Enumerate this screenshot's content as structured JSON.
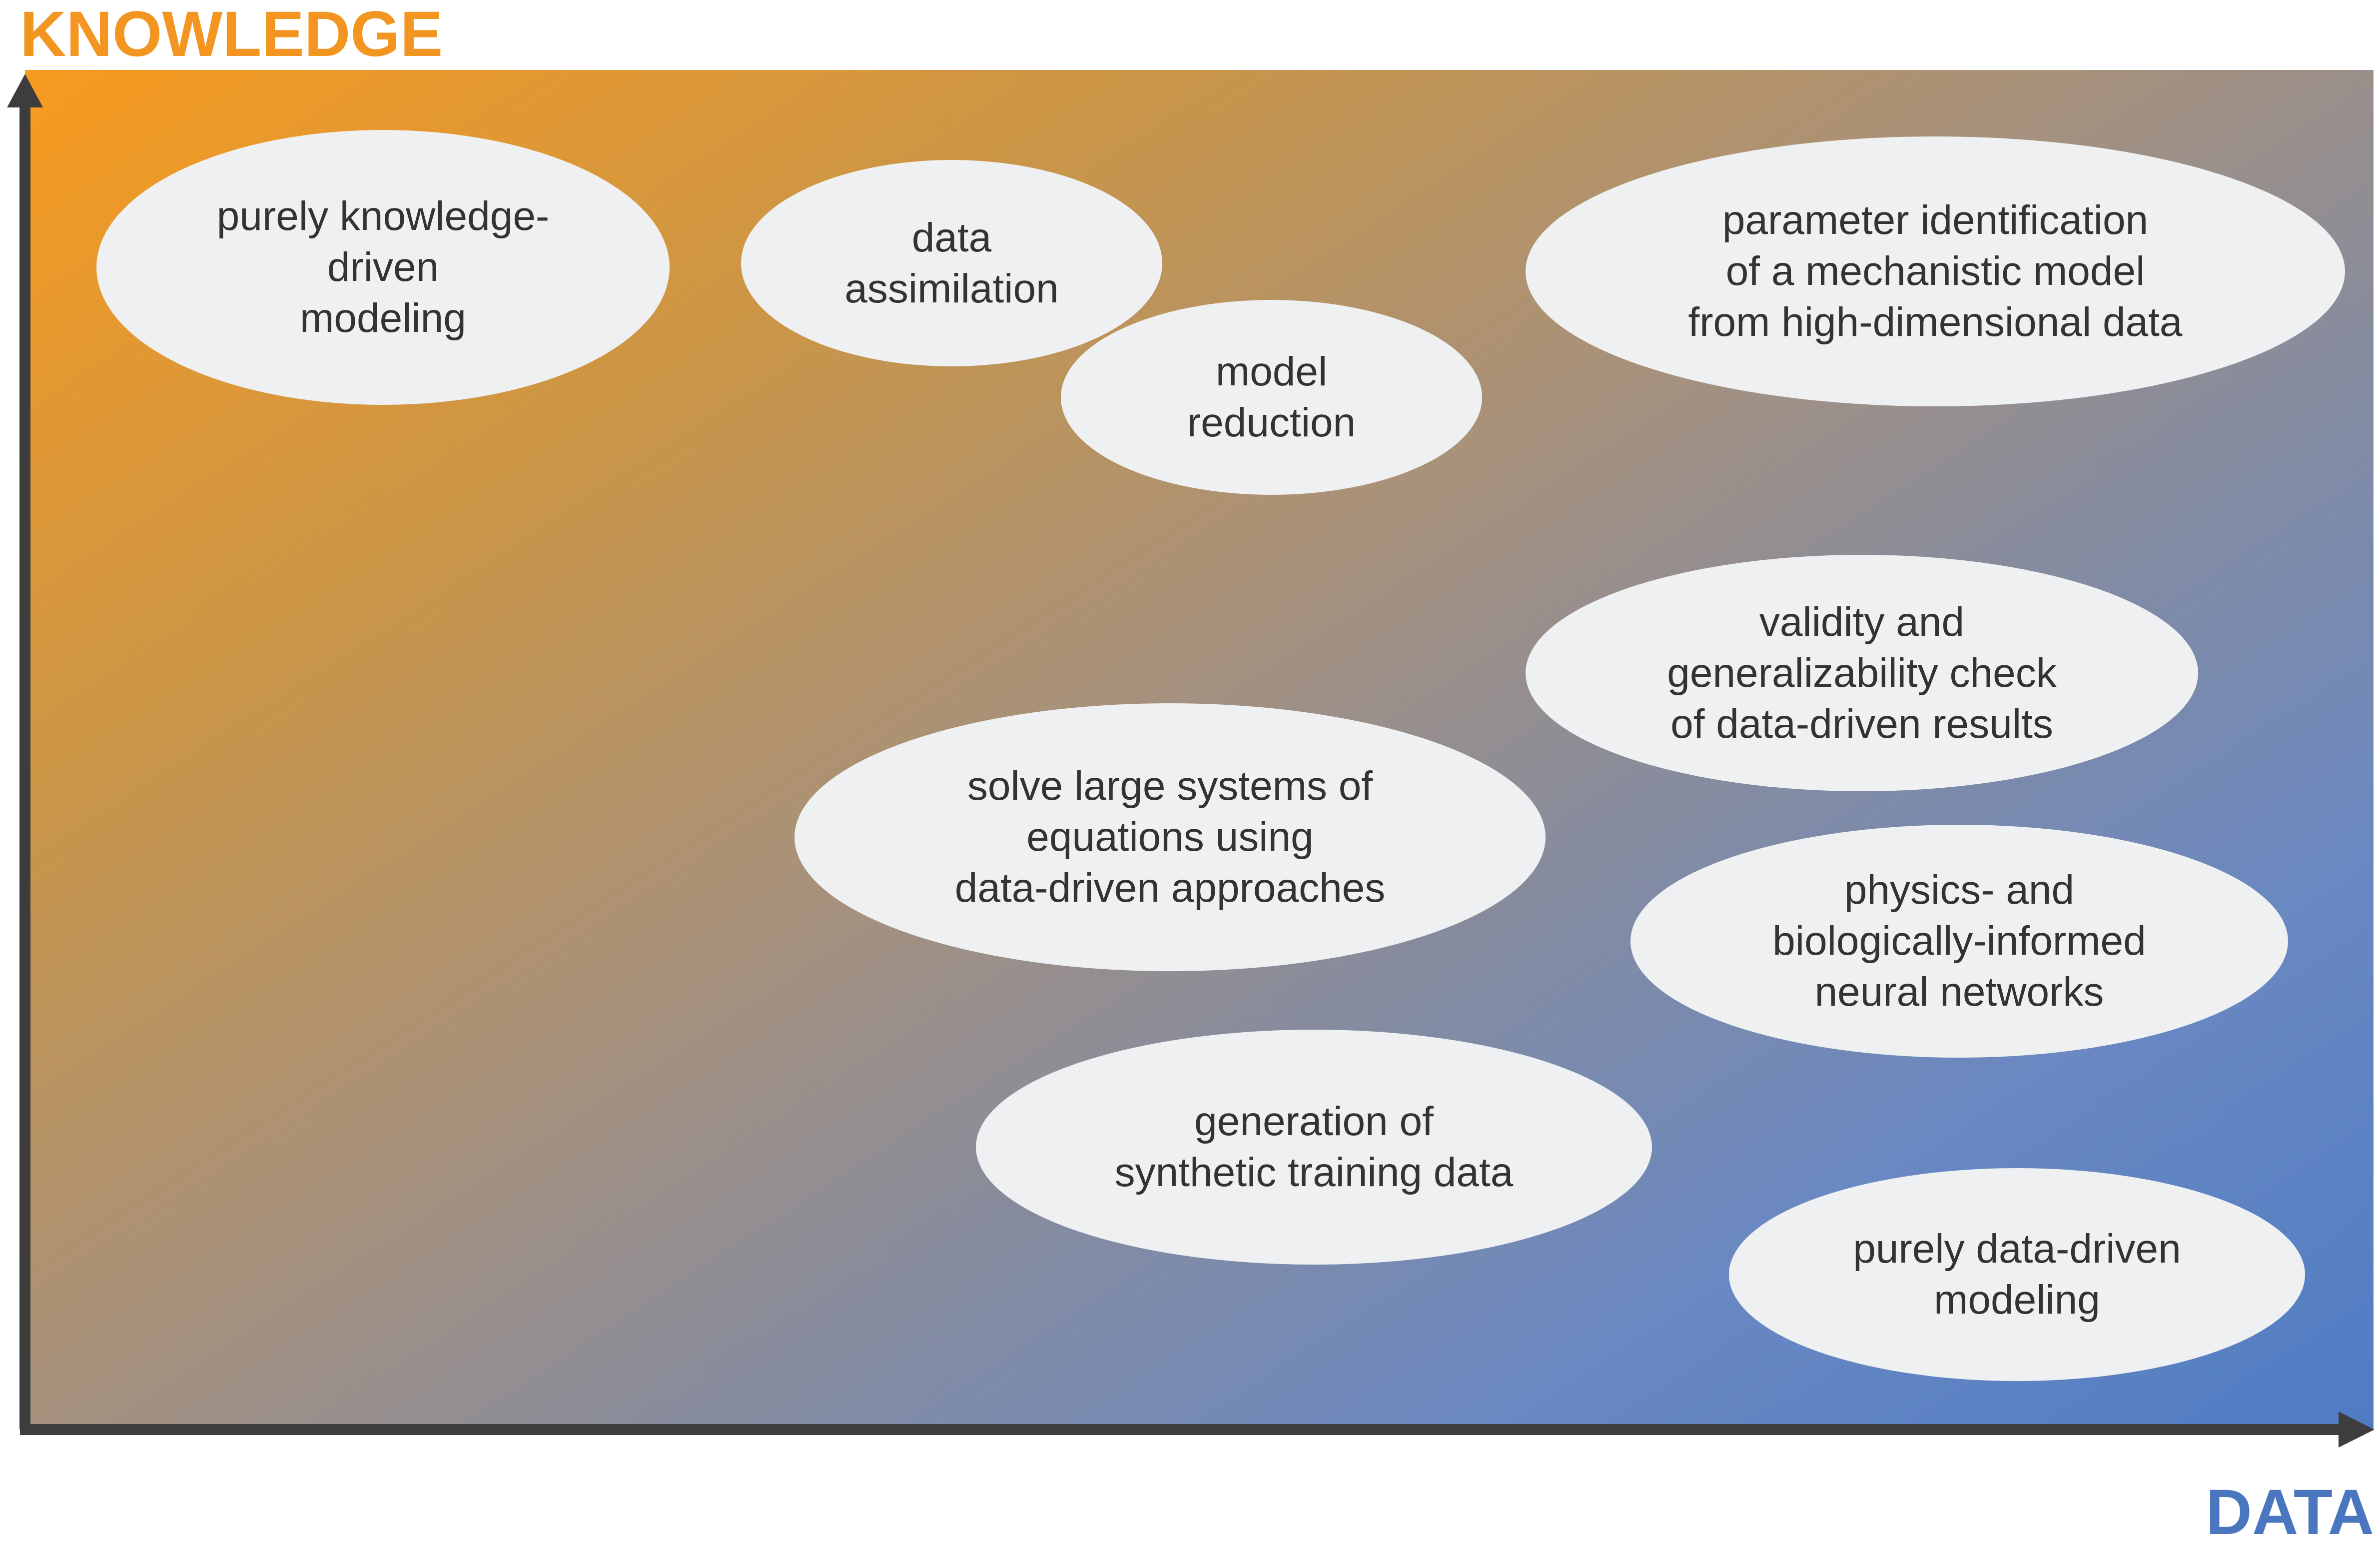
{
  "axes": {
    "y_label": "KNOWLEDGE",
    "x_label": "DATA",
    "y_label_color": "#f39521",
    "x_label_color": "#4a76bf",
    "axis_color": "#3d3d3d"
  },
  "background": {
    "gradient_start": "#f89b1f",
    "gradient_end": "#4f7cc4"
  },
  "bubble_fill": "#eff0f1",
  "bubbles": [
    {
      "text": "purely knowledge-\ndriven\nmodeling"
    },
    {
      "text": "data\nassimilation"
    },
    {
      "text": "model\nreduction"
    },
    {
      "text": "parameter identification\nof a mechanistic model\nfrom high-dimensional data"
    },
    {
      "text": "validity and\ngeneralizability check\nof data-driven results"
    },
    {
      "text": "solve large systems of\nequations using\ndata-driven approaches"
    },
    {
      "text": "physics- and\nbiologically-informed\nneural networks"
    },
    {
      "text": "generation of\nsynthetic training data"
    },
    {
      "text": "purely data-driven\nmodeling"
    }
  ]
}
